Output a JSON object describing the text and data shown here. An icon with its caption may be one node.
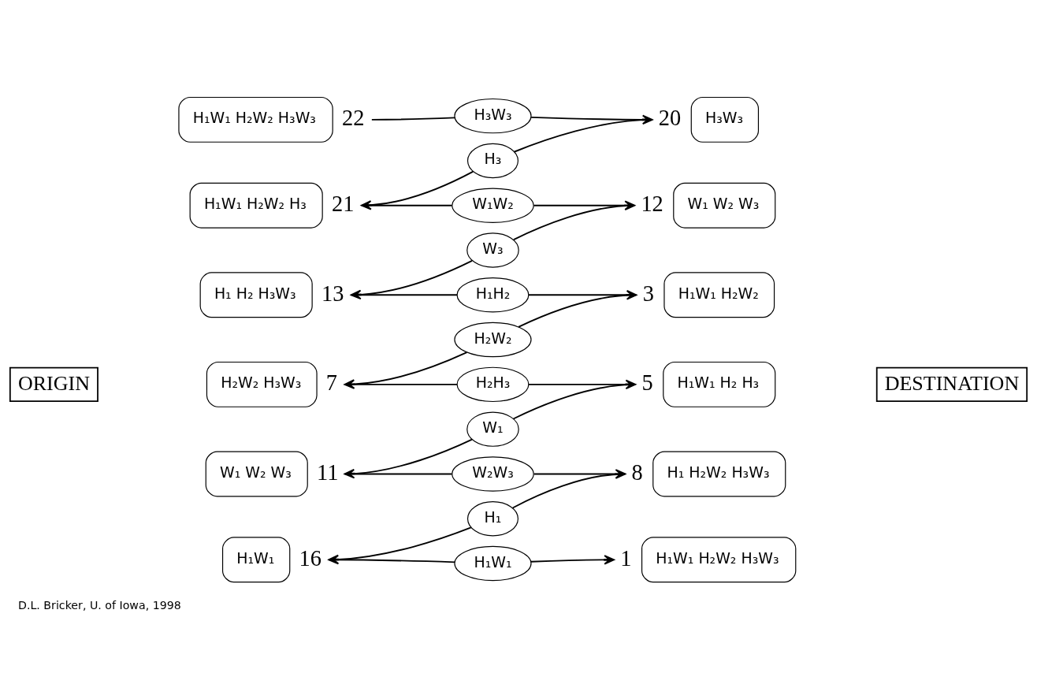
{
  "diagram": {
    "caption": "D.L. Bricker, U. of Iowa, 1998",
    "nodes": [
      {
        "text": [
          "H₁W₁ H₂W₂ H₃W₃"
        ],
        "beside": [
          "22"
        ]
      },
      {
        "text": [
          "H₁W₁ H₂W₂ H₃"
        ],
        "beside": [
          "21"
        ]
      },
      {
        "text": [
          "H₁ H₂ H₃W₃"
        ],
        "beside": [
          "13"
        ]
      },
      {
        "text": [
          "H₂W₂ H₃W₃"
        ],
        "beside": [
          "7"
        ]
      },
      {
        "text": [
          "W₁ W₂ W₃"
        ],
        "beside": [
          "11"
        ]
      },
      {
        "text": [
          "H₁W₁"
        ],
        "beside": [
          "16"
        ]
      },
      {
        "text": [
          "H₃W₃"
        ]
      },
      {
        "text": [
          "H₃"
        ]
      },
      {
        "text": [
          "W₁W₂"
        ]
      },
      {
        "text": [
          "W₃"
        ]
      },
      {
        "text": [
          "H₁H₂"
        ]
      },
      {
        "text": [
          "H₂W₂"
        ]
      },
      {
        "text": [
          "H₂H₃"
        ]
      },
      {
        "text": [
          "W₁"
        ]
      },
      {
        "text": [
          "W₂W₃"
        ]
      },
      {
        "text": [
          "H₁"
        ]
      },
      {
        "text": [
          "H₁W₁"
        ]
      },
      {
        "text": [
          "H₃W₃"
        ],
        "beside": [
          "20"
        ]
      },
      {
        "text": [
          "W₁ W₂ W₃"
        ],
        "beside": [
          "12"
        ]
      },
      {
        "text": [
          "H₁W₁ H₂W₂"
        ],
        "beside": [
          "3"
        ]
      },
      {
        "text": [
          "H₁W₁ H₂ H₃"
        ],
        "beside": [
          "5"
        ]
      },
      {
        "text": [
          "H₁ H₂W₂ H₃W₃"
        ],
        "beside": [
          "8"
        ]
      },
      {
        "text": [
          "H₁W₁ H₂W₂ H₃W₃"
        ],
        "beside": [
          "1"
        ]
      },
      {
        "text": [
          "ORIGIN"
        ]
      },
      {
        "text": [
          "DESTINATION"
        ]
      }
    ],
    "edges": [
      {
        "from": 0,
        "to": 6,
        "arrow": "none"
      },
      {
        "from": 6,
        "to": 17,
        "arrow": "to"
      },
      {
        "from": 17,
        "to": 7,
        "arrow": "none"
      },
      {
        "from": 7,
        "to": 1,
        "arrow": "to"
      },
      {
        "from": 1,
        "to": 8,
        "arrow": "none"
      },
      {
        "from": 8,
        "to": 18,
        "arrow": "to"
      },
      {
        "from": 18,
        "to": 9,
        "arrow": "none"
      },
      {
        "from": 9,
        "to": 2,
        "arrow": "to"
      },
      {
        "from": 2,
        "to": 10,
        "arrow": "none"
      },
      {
        "from": 10,
        "to": 19,
        "arrow": "to"
      },
      {
        "from": 19,
        "to": 11,
        "arrow": "none"
      },
      {
        "from": 11,
        "to": 3,
        "arrow": "to"
      },
      {
        "from": 3,
        "to": 12,
        "arrow": "none"
      },
      {
        "from": 12,
        "to": 20,
        "arrow": "to"
      },
      {
        "from": 20,
        "to": 13,
        "arrow": "none"
      },
      {
        "from": 13,
        "to": 4,
        "arrow": "to"
      },
      {
        "from": 4,
        "to": 14,
        "arrow": "none"
      },
      {
        "from": 14,
        "to": 21,
        "arrow": "to"
      },
      {
        "from": 21,
        "to": 15,
        "arrow": "none"
      },
      {
        "from": 15,
        "to": 5,
        "arrow": "to"
      },
      {
        "from": 5,
        "to": 16,
        "arrow": "none"
      },
      {
        "from": 16,
        "to": 22,
        "arrow": "to"
      }
    ]
  }
}
